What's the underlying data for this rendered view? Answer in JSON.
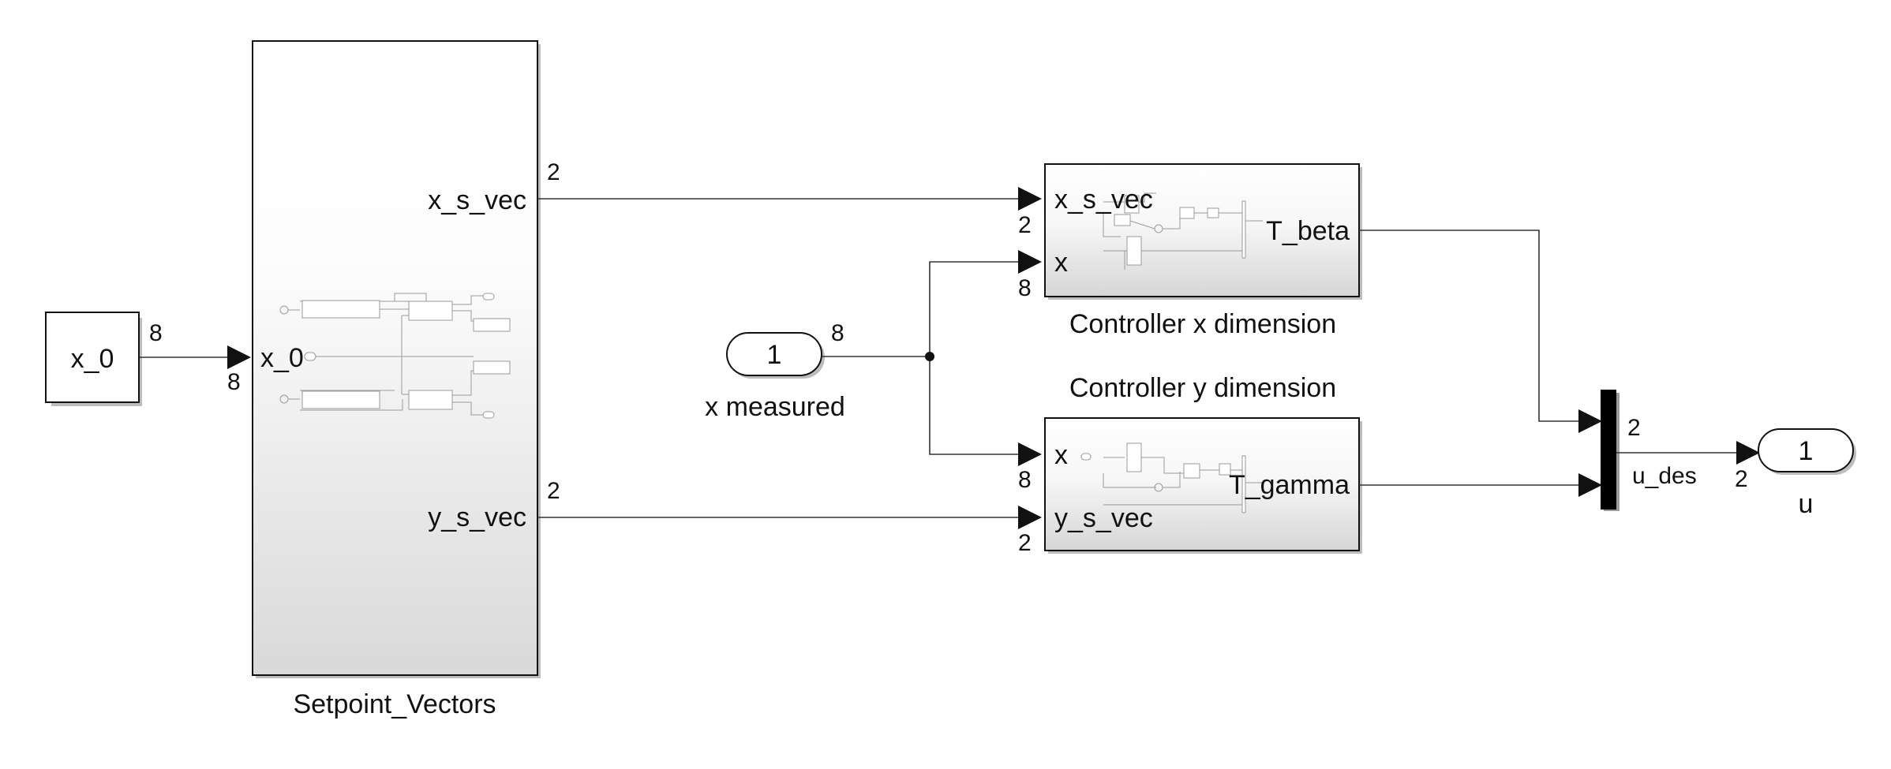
{
  "blocks": {
    "constant_x0": {
      "label": "x_0"
    },
    "setpoint_vectors": {
      "name": "Setpoint_Vectors",
      "input_ports": [
        "x_0"
      ],
      "output_ports": [
        "x_s_vec",
        "y_s_vec"
      ]
    },
    "inport_x_measured": {
      "number": "1",
      "name": "x measured"
    },
    "controller_x": {
      "name": "Controller x dimension",
      "input_ports": [
        "x_s_vec",
        "x"
      ],
      "output_ports": [
        "T_beta"
      ]
    },
    "controller_y": {
      "name": "Controller y dimension",
      "input_ports": [
        "x",
        "y_s_vec"
      ],
      "output_ports": [
        "T_gamma"
      ]
    },
    "mux": {},
    "outport_u": {
      "number": "1",
      "name": "u"
    }
  },
  "signals": {
    "x0_out_dim": "8",
    "x0_in_dim": "8",
    "xs_out_dim": "2",
    "ys_out_dim": "2",
    "xmeas_dim": "8",
    "ctrlx_xs_in_dim": "2",
    "ctrlx_x_in_dim": "8",
    "ctrly_x_in_dim": "8",
    "ctrly_ys_in_dim": "2",
    "mux_out_dim": "2",
    "mux_out_name": "u_des",
    "outport_in_dim": "2"
  }
}
